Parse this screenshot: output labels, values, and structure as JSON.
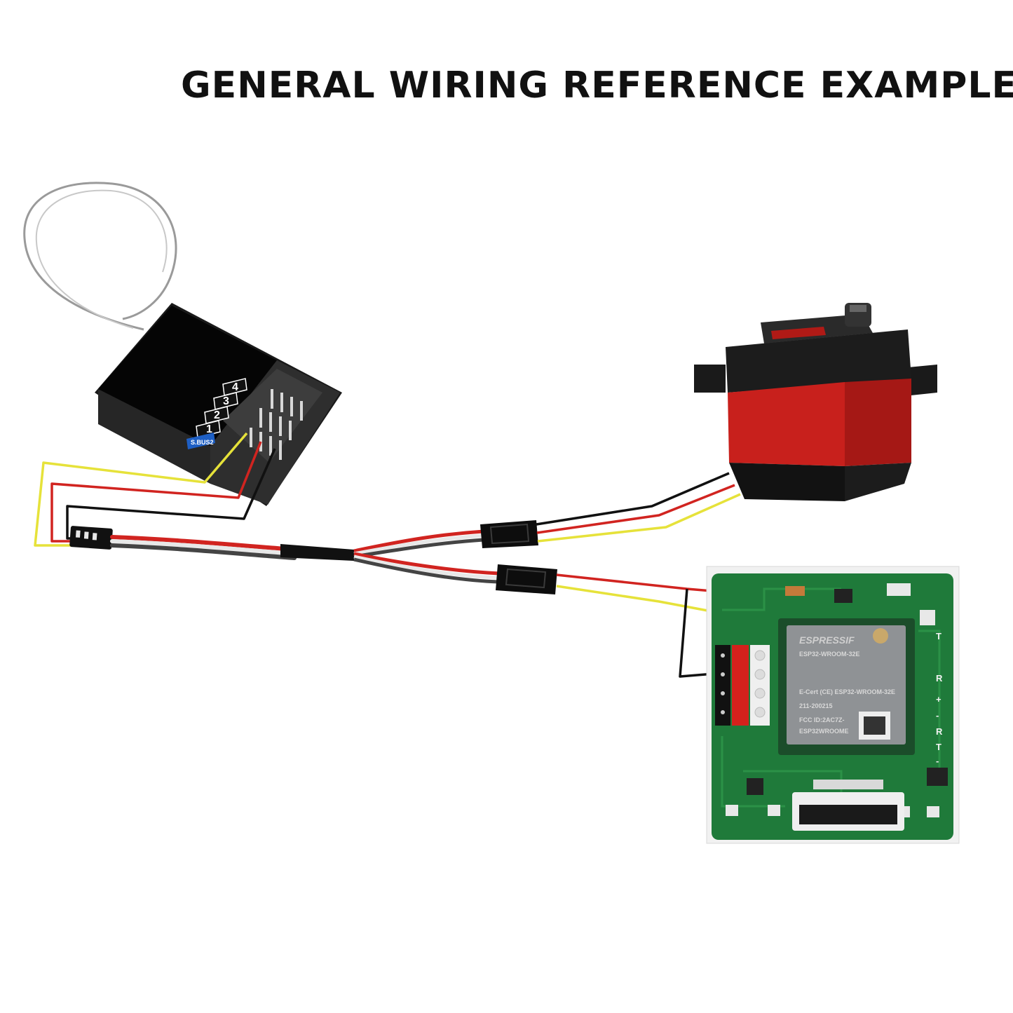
{
  "title": "GENERAL WIRING REFERENCE EXAMPLE",
  "receiver": {
    "channels": [
      "4",
      "3",
      "2",
      "1"
    ],
    "sbus_label": "S.BUS2"
  },
  "board": {
    "module_brand": "ESPRESSIF",
    "module_model": "ESP32-WROOM-32E",
    "module_lines": [
      "E-Cert (CE) ESP32-WROOM-32E",
      "211-200215",
      "FCC ID:2AC7Z-",
      "ESP32WROOME"
    ],
    "edge_marks": [
      "T",
      "R",
      "+",
      "-",
      "R",
      "T",
      "-"
    ]
  },
  "wire_colors": {
    "signal": "#e6e23a",
    "power": "#d12420",
    "ground": "#111111",
    "servo_body": "#c8201c",
    "pcb": "#1f7a3a"
  }
}
